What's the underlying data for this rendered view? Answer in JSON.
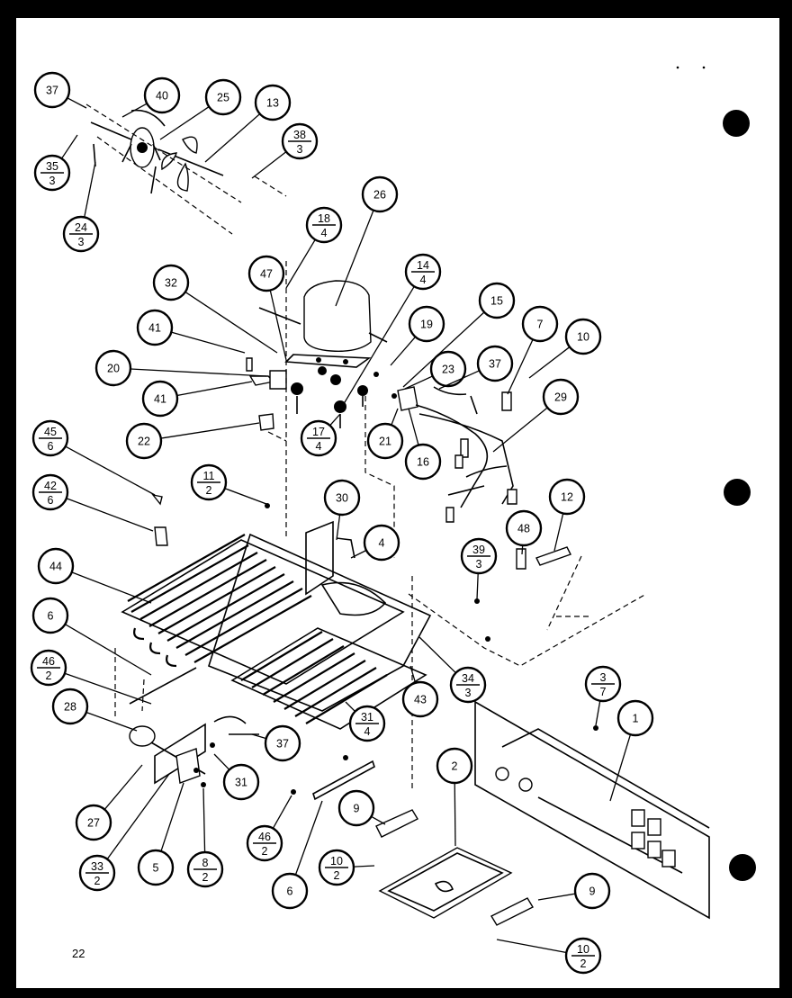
{
  "page_number": "22",
  "callouts": [
    {
      "id": "c37a",
      "label": "37"
    },
    {
      "id": "c40",
      "label": "40"
    },
    {
      "id": "c25",
      "label": "25"
    },
    {
      "id": "c13",
      "label": "13"
    },
    {
      "id": "c38-3",
      "label": "38",
      "sub": "3"
    },
    {
      "id": "c35-3",
      "label": "35",
      "sub": "3"
    },
    {
      "id": "c24-3",
      "label": "24",
      "sub": "3"
    },
    {
      "id": "c26",
      "label": "26"
    },
    {
      "id": "c18-4",
      "label": "18",
      "sub": "4"
    },
    {
      "id": "c47",
      "label": "47"
    },
    {
      "id": "c14-4",
      "label": "14",
      "sub": "4"
    },
    {
      "id": "c32",
      "label": "32"
    },
    {
      "id": "c15",
      "label": "15"
    },
    {
      "id": "c7",
      "label": "7"
    },
    {
      "id": "c10",
      "label": "10"
    },
    {
      "id": "c41a",
      "label": "41"
    },
    {
      "id": "c19",
      "label": "19"
    },
    {
      "id": "c23",
      "label": "23"
    },
    {
      "id": "c37b",
      "label": "37"
    },
    {
      "id": "c20",
      "label": "20"
    },
    {
      "id": "c41b",
      "label": "41"
    },
    {
      "id": "c29",
      "label": "29"
    },
    {
      "id": "c17-4",
      "label": "17",
      "sub": "4"
    },
    {
      "id": "c21",
      "label": "21"
    },
    {
      "id": "c22",
      "label": "22"
    },
    {
      "id": "c16",
      "label": "16"
    },
    {
      "id": "c45-6",
      "label": "45",
      "sub": "6"
    },
    {
      "id": "c11-2",
      "label": "11",
      "sub": "2"
    },
    {
      "id": "c30",
      "label": "30"
    },
    {
      "id": "c12",
      "label": "12"
    },
    {
      "id": "c42-6",
      "label": "42",
      "sub": "6"
    },
    {
      "id": "c48",
      "label": "48"
    },
    {
      "id": "c4",
      "label": "4"
    },
    {
      "id": "c39-3",
      "label": "39",
      "sub": "3"
    },
    {
      "id": "c44",
      "label": "44"
    },
    {
      "id": "c6a",
      "label": "6"
    },
    {
      "id": "c46-2a",
      "label": "46",
      "sub": "2"
    },
    {
      "id": "c34-3",
      "label": "34",
      "sub": "3"
    },
    {
      "id": "c3-7",
      "label": "3",
      "sub": "7"
    },
    {
      "id": "c1",
      "label": "1"
    },
    {
      "id": "c28",
      "label": "28"
    },
    {
      "id": "c43",
      "label": "43"
    },
    {
      "id": "c31-4",
      "label": "31",
      "sub": "4"
    },
    {
      "id": "c37c",
      "label": "37"
    },
    {
      "id": "c31",
      "label": "31"
    },
    {
      "id": "c2",
      "label": "2"
    },
    {
      "id": "c27",
      "label": "27"
    },
    {
      "id": "c9a",
      "label": "9"
    },
    {
      "id": "c33-2",
      "label": "33",
      "sub": "2"
    },
    {
      "id": "c5",
      "label": "5"
    },
    {
      "id": "c8-2",
      "label": "8",
      "sub": "2"
    },
    {
      "id": "c46-2b",
      "label": "46",
      "sub": "2"
    },
    {
      "id": "c6b",
      "label": "6"
    },
    {
      "id": "c10-2a",
      "label": "10",
      "sub": "2"
    },
    {
      "id": "c9b",
      "label": "9"
    },
    {
      "id": "c10-2b",
      "label": "10",
      "sub": "2"
    }
  ]
}
